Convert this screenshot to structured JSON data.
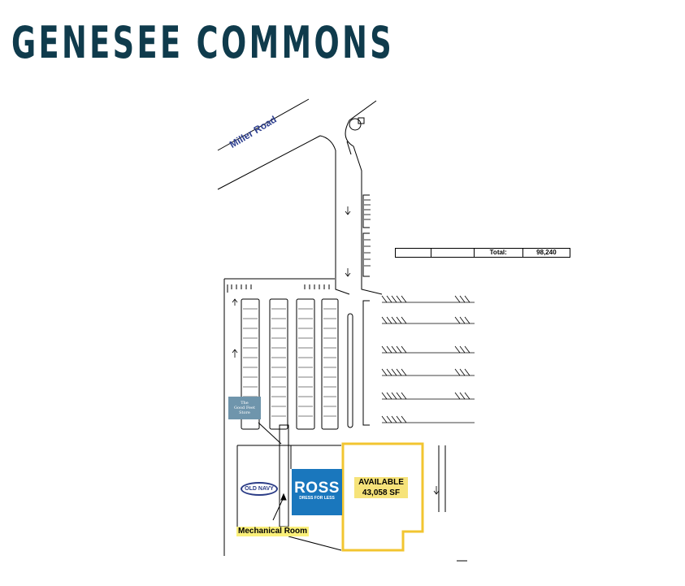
{
  "title": "GENESEE COMMONS",
  "road": {
    "name": "Miller Road"
  },
  "summary_table": {
    "cells": [
      "",
      "",
      "Total:",
      "98,240"
    ]
  },
  "tenants": {
    "good_feet": {
      "lines": [
        "The",
        "Good Feet",
        "Store"
      ]
    },
    "old_navy": {
      "label": "OLD NAVY"
    },
    "ross": {
      "word": "ROSS",
      "tagline": "DRESS FOR LESS"
    },
    "available": {
      "line1": "AVAILABLE",
      "line2": "43,058 SF"
    },
    "mechanical": {
      "label": "Mechanical Room"
    }
  },
  "colors": {
    "title": "#0f3b4c",
    "road_label": "#2e3f8f",
    "available_outline": "#f2c530",
    "highlight": "#fbf07a",
    "ross": "#1a77bd",
    "old_navy": "#2b3c86",
    "good_feet": "#6f95ac"
  }
}
